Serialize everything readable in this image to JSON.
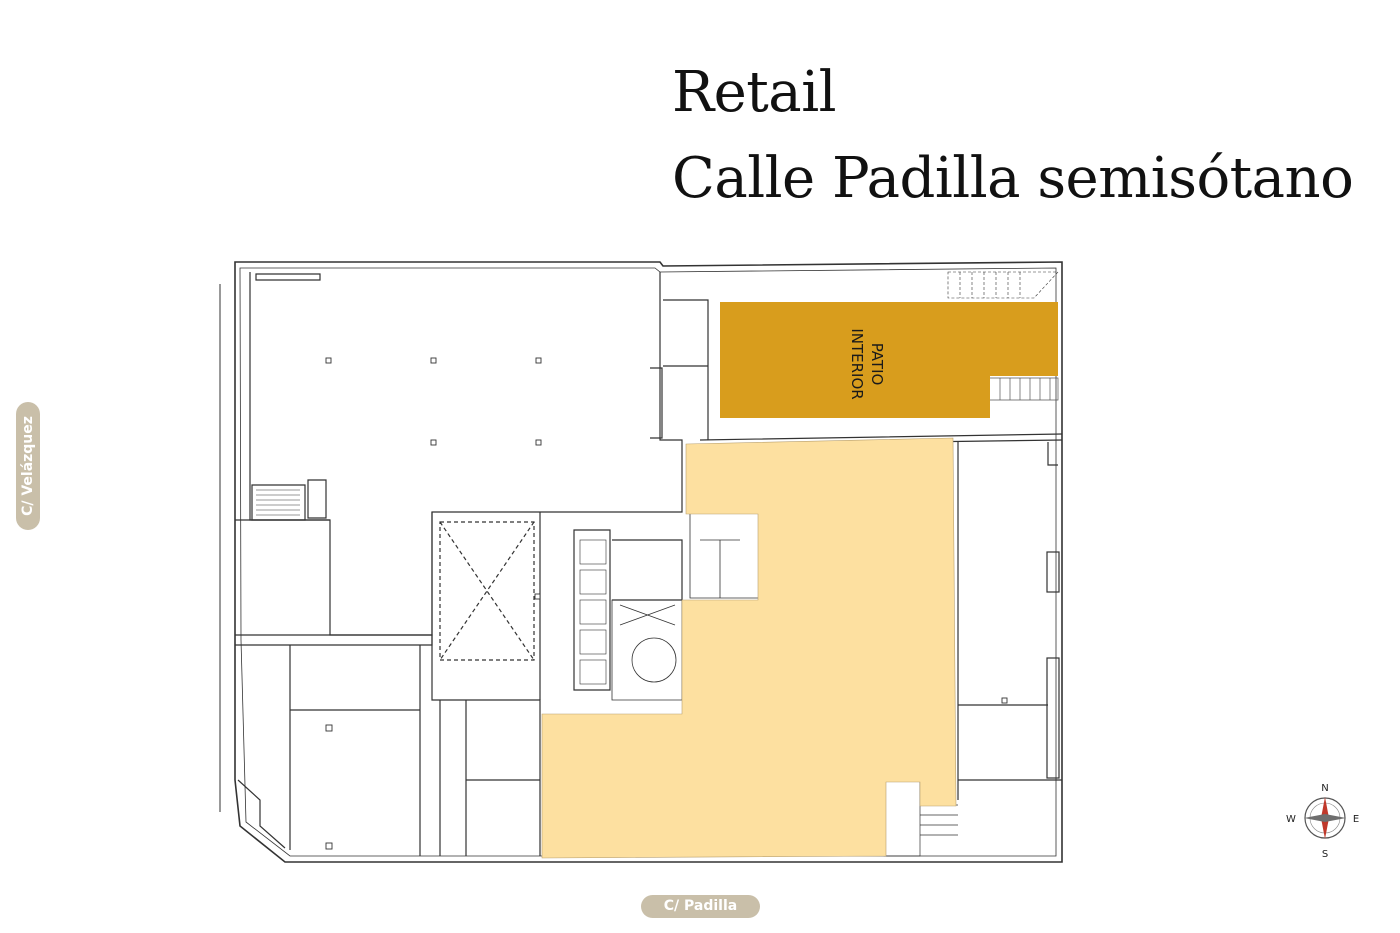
{
  "title": {
    "line1": "Retail",
    "line2": "Calle Padilla semisótano"
  },
  "streets": {
    "bottom": "C/ Padilla",
    "left": "C/ Velázquez"
  },
  "patio": {
    "line1": "PATIO",
    "line2": "INTERIOR"
  },
  "compass": {
    "n": "N",
    "s": "S",
    "e": "E",
    "w": "W"
  },
  "colors": {
    "retail_area": "#fde0a0",
    "patio": "#d89d1d",
    "street_pill": "#c9bfa9",
    "compass_red": "#c0392b"
  }
}
